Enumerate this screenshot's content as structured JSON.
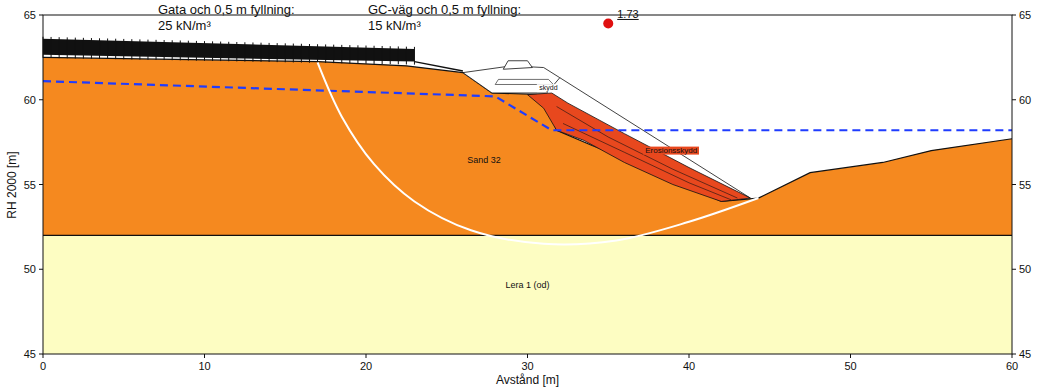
{
  "diagram": {
    "labels": [
      "Gata och 0,5 m fyllning:",
      "25 kN/m³",
      "GC-väg och 0,5 m fyllning:",
      "15 kN/m³",
      "1.73",
      "skydd",
      "Sand 32",
      "Erosionsskydd",
      "Lera 1 (od)",
      "RH 2000 [m]",
      "Avstånd [m]",
      "65",
      "60",
      "55",
      "50",
      "45",
      "65",
      "60",
      "55",
      "50",
      "45",
      "0",
      "10",
      "20",
      "30",
      "40",
      "50",
      "60"
    ]
  }
}
